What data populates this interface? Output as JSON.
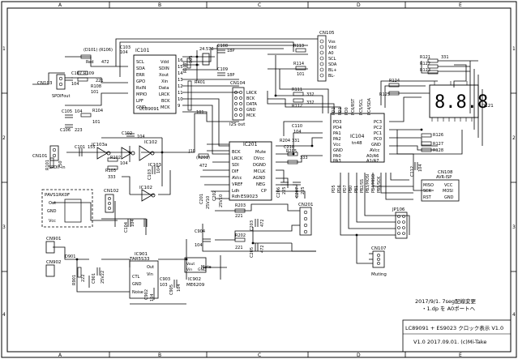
{
  "frame": {
    "cols": [
      "A",
      "B",
      "C",
      "D",
      "E"
    ],
    "rows": [
      "1",
      "2",
      "3",
      "4"
    ]
  },
  "title_block": {
    "title": "LC89091 + ES9023 クロック表示 V1.0",
    "revision": "V1.0  2017.09.01.  (c)Mi-Take"
  },
  "notes": {
    "line1": "2017/9/1.  7seg配線変更",
    "line2": "・1.dp を A0ポートへ"
  },
  "ic101": {
    "ref": "IC101",
    "part": "LC89091",
    "left_pins": [
      "SCL",
      "SDA",
      "ERR",
      "GPO",
      "RxIN",
      "MPIO",
      "LPF",
      "GND"
    ],
    "right_pins": [
      "Vdd",
      "SDIN",
      "Xout",
      "Xin",
      "Data",
      "LRCK",
      "BCK",
      "MCK"
    ],
    "right_nums": [
      "16",
      "15",
      "14",
      "13",
      "12",
      "11",
      "10",
      "9"
    ]
  },
  "ic201": {
    "ref": "IC201",
    "part": "ES9023",
    "left_pins": [
      "BCK",
      "LRCK",
      "SDI",
      "DIF",
      "AVcc",
      "VREF",
      "Ldh",
      "Rdh"
    ],
    "right_pins": [
      "Mute",
      "DVcc",
      "DGND",
      "MCLK",
      "AGND",
      "NEG",
      "CP"
    ]
  },
  "ic104": {
    "ref": "IC104",
    "part": "tn48",
    "left_pins": [
      "PD3",
      "PD4",
      "PA1",
      "PA2",
      "Vcc",
      "GND",
      "PA0",
      "PA3"
    ],
    "right_pins": [
      "PC3",
      "PC2",
      "PC1",
      "PC0",
      "GND",
      "AVcc",
      "A0/A6",
      "A1/A7"
    ],
    "top_pins": [
      "PD2",
      "PD1",
      "PD0",
      "PC6/RST",
      "PC5/SCL",
      "PC4/SDA"
    ],
    "bottom_pins": [
      "PD5",
      "PD6",
      "PD7",
      "PB0",
      "PB1",
      "PB2/SS",
      "PB3/MOSI",
      "PB4/MISO",
      "PB5/SCK"
    ]
  },
  "cn105": {
    "ref": "CN105",
    "pins": [
      "Vss",
      "Vdd",
      "A0",
      "SCL",
      "SDA",
      "BL+",
      "BL-"
    ]
  },
  "cn104": {
    "ref": "CN104",
    "label": "I2S out",
    "pins": [
      "LRCK",
      "BCK",
      "DATA",
      "GND",
      "MCK"
    ]
  },
  "cn108": {
    "ref": "CN108",
    "label": "AVR-ISP",
    "left": [
      "MISO",
      "SCK",
      "RST"
    ],
    "right": [
      "VCC",
      "MOSI",
      "GND"
    ]
  },
  "jp106": {
    "ref": "JP106"
  },
  "cn107": {
    "ref": "CN107",
    "label": "Muting"
  },
  "d121": {
    "ref": "D121",
    "digits": "8.8.8"
  },
  "rx_module": {
    "part": "PAVS1RK0F",
    "pins": [
      "Out",
      "GND",
      "Vcc"
    ]
  },
  "connectors": {
    "cn103": "CN103",
    "cn103_label": "SPDIFout",
    "cn101": "CN101",
    "cn101_label": "SPDIF in",
    "cn102": "CN102",
    "cn901": "CN901",
    "cn902": "CN902",
    "cn201": "CN201"
  },
  "regulators": {
    "ic901": "IC901",
    "ic901_part": "TAR5S33",
    "ic902": "IC902",
    "ic902_part": "ME6209",
    "ic901_pins": [
      "CTL",
      "GND",
      "Noise",
      "Out",
      "Vin"
    ],
    "ic902_pins": [
      "Vout",
      "Vin",
      "GND"
    ]
  },
  "gates": {
    "ic103a": "IC103a",
    "ic102": "IC102",
    "ic102b": "IC102",
    "ic103": "IC103"
  },
  "parts": [
    {
      "id": "d101",
      "text": "(D101)"
    },
    {
      "id": "r106",
      "text": "(R106)"
    },
    {
      "id": "d101v",
      "text": "Red"
    },
    {
      "id": "r106v",
      "text": "472"
    },
    {
      "id": "c107",
      "text": "C107"
    },
    {
      "id": "c107v",
      "text": "104"
    },
    {
      "id": "r109",
      "text": "R109"
    },
    {
      "id": "r109v",
      "text": "221"
    },
    {
      "id": "r108",
      "text": "R108"
    },
    {
      "id": "r108v",
      "text": "101"
    },
    {
      "id": "c105",
      "text": "C105"
    },
    {
      "id": "c105v",
      "text": "104"
    },
    {
      "id": "r104",
      "text": "R104"
    },
    {
      "id": "r104v",
      "text": "101"
    },
    {
      "id": "c106",
      "text": "C106"
    },
    {
      "id": "c106v",
      "text": "223"
    },
    {
      "id": "c103t",
      "text": "C103"
    },
    {
      "id": "c103tv",
      "text": "104"
    },
    {
      "id": "r107",
      "text": "R107"
    },
    {
      "id": "r107v",
      "text": "105"
    },
    {
      "id": "xtal",
      "text": "24.576"
    },
    {
      "id": "c108",
      "text": "C108"
    },
    {
      "id": "c108v",
      "text": "18P"
    },
    {
      "id": "c109",
      "text": "C109"
    },
    {
      "id": "c109v",
      "text": "18P"
    },
    {
      "id": "r401",
      "text": "R401"
    },
    {
      "id": "r401v",
      "text": "101"
    },
    {
      "id": "r113",
      "text": "R113"
    },
    {
      "id": "r114",
      "text": "R114"
    },
    {
      "id": "r114v",
      "text": "101"
    },
    {
      "id": "r111",
      "text": "R111"
    },
    {
      "id": "r111v",
      "text": "332"
    },
    {
      "id": "r112",
      "text": "R112"
    },
    {
      "id": "r112v",
      "text": "332"
    },
    {
      "id": "r121",
      "text": "R121"
    },
    {
      "id": "r121v",
      "text": "331"
    },
    {
      "id": "r122",
      "text": "R122"
    },
    {
      "id": "r123",
      "text": "R123"
    },
    {
      "id": "r124",
      "text": "R124"
    },
    {
      "id": "r125",
      "text": "R125"
    },
    {
      "id": "r126",
      "text": "R126"
    },
    {
      "id": "r127",
      "text": "R127"
    },
    {
      "id": "r128",
      "text": "R128"
    },
    {
      "id": "c110",
      "text": "C110"
    },
    {
      "id": "c110v",
      "text": "104"
    },
    {
      "id": "r204",
      "text": "R204"
    },
    {
      "id": "r203n",
      "text": "331"
    },
    {
      "id": "r205",
      "text": "R205"
    },
    {
      "id": "r205v",
      "text": "333"
    },
    {
      "id": "c210",
      "text": "C210"
    },
    {
      "id": "c101",
      "text": "C101"
    },
    {
      "id": "c101v",
      "text": "155"
    },
    {
      "id": "r101",
      "text": "R101"
    },
    {
      "id": "r101v",
      "text": "750"
    },
    {
      "id": "c102",
      "text": "C102"
    },
    {
      "id": "c102v",
      "text": "104"
    },
    {
      "id": "r103",
      "text": "R103"
    },
    {
      "id": "r103v",
      "text": "333"
    },
    {
      "id": "r102",
      "text": "R102"
    },
    {
      "id": "r102v",
      "text": "104"
    },
    {
      "id": "c103",
      "text": "C103"
    },
    {
      "id": "c103v",
      "text": "104"
    },
    {
      "id": "c104",
      "text": "C104"
    },
    {
      "id": "c104v",
      "text": "104"
    },
    {
      "id": "j10",
      "text": "J10"
    },
    {
      "id": "r201",
      "text": "(R201)"
    },
    {
      "id": "r201v",
      "text": "472"
    },
    {
      "id": "c201",
      "text": "C201"
    },
    {
      "id": "c201v",
      "text": "25V10"
    },
    {
      "id": "c202",
      "text": "C202"
    },
    {
      "id": "c202v",
      "text": "25V10"
    },
    {
      "id": "c206",
      "text": "C206"
    },
    {
      "id": "c206v",
      "text": "225"
    },
    {
      "id": "c207",
      "text": "C207"
    },
    {
      "id": "c207v",
      "text": "225"
    },
    {
      "id": "r203",
      "text": "R203"
    },
    {
      "id": "r203v",
      "text": "221"
    },
    {
      "id": "c203",
      "text": "C203"
    },
    {
      "id": "c203v",
      "text": "472"
    },
    {
      "id": "r202",
      "text": "R202"
    },
    {
      "id": "r202v",
      "text": "221"
    },
    {
      "id": "c205",
      "text": "C205"
    },
    {
      "id": "c205v",
      "text": "472"
    },
    {
      "id": "c904",
      "text": "C904"
    },
    {
      "id": "c904v",
      "text": "104"
    },
    {
      "id": "c901",
      "text": "C901"
    },
    {
      "id": "c901v",
      "text": "25V22"
    },
    {
      "id": "d901",
      "text": "D901"
    },
    {
      "id": "r901",
      "text": "R901"
    },
    {
      "id": "r901v",
      "text": "222"
    },
    {
      "id": "c903",
      "text": "C903"
    },
    {
      "id": "c903v",
      "text": "103"
    },
    {
      "id": "c902",
      "text": "C902"
    },
    {
      "id": "c902v",
      "text": "104"
    },
    {
      "id": "c905",
      "text": "C905"
    },
    {
      "id": "c905v",
      "text": "104"
    },
    {
      "id": "c112",
      "text": "C112"
    },
    {
      "id": "c112v",
      "text": "104"
    },
    {
      "id": "mute",
      "text": "Mute"
    }
  ]
}
